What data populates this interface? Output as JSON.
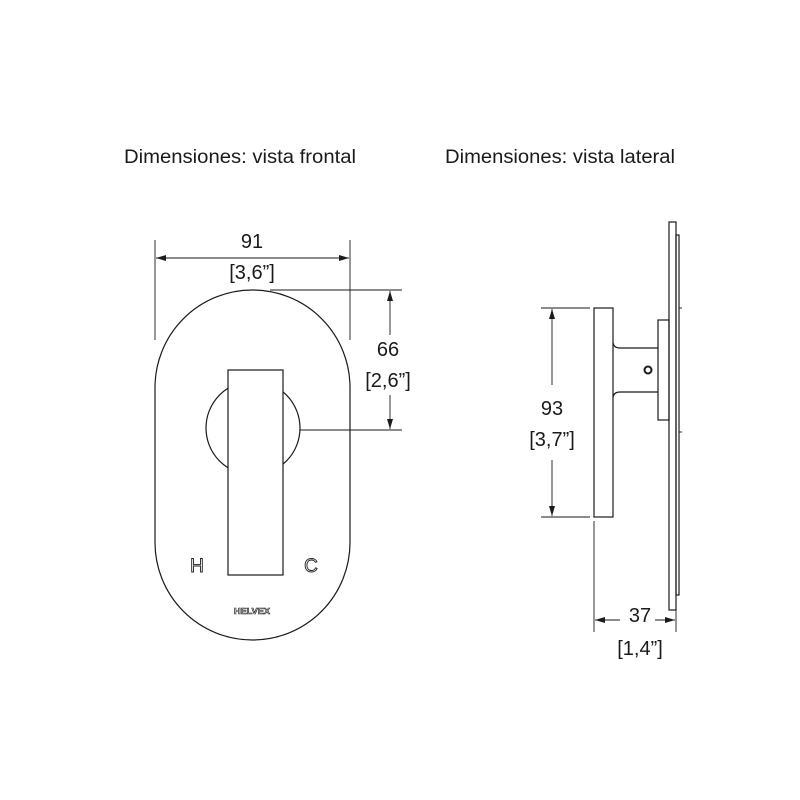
{
  "front_view": {
    "title": "Dimensiones: vista frontal",
    "width_mm": "91",
    "width_in": "[3,6”]",
    "height_mm": "66",
    "height_in": "[2,6”]",
    "hot_label": "H",
    "cold_label": "C",
    "brand_logo": "HELVEX"
  },
  "side_view": {
    "title": "Dimensiones: vista lateral",
    "lever_height_mm": "93",
    "lever_height_in": "[3,7”]",
    "depth_mm": "37",
    "depth_in": "[1,4”]"
  }
}
